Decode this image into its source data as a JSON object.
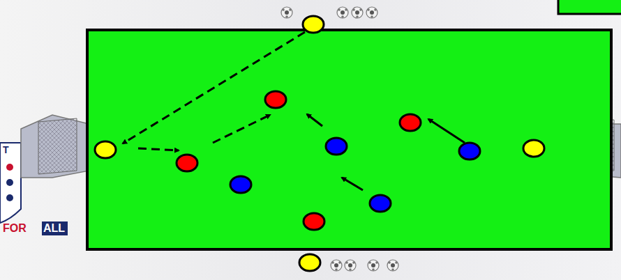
{
  "diagram": {
    "labels": [
      "T",
      "FOR",
      "ALL"
    ]
  }
}
